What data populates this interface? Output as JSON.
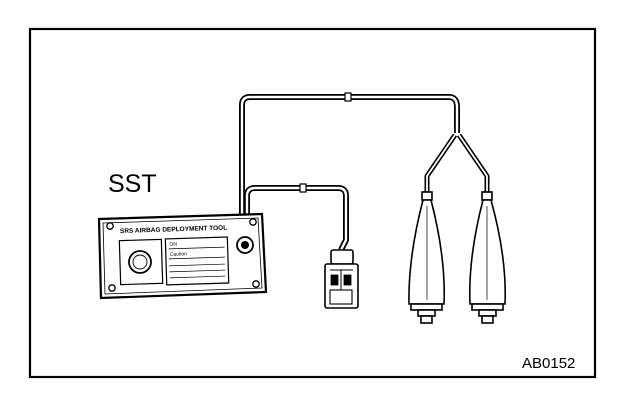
{
  "tool_label": "SST",
  "figure_code": "AB0152",
  "panel": {
    "title": "SRS AIRBAG DEPLOYMENT TOOL",
    "field_1": "ON",
    "field_2": "Caution"
  },
  "colors": {
    "ink": "#000000",
    "paper": "#ffffff"
  }
}
